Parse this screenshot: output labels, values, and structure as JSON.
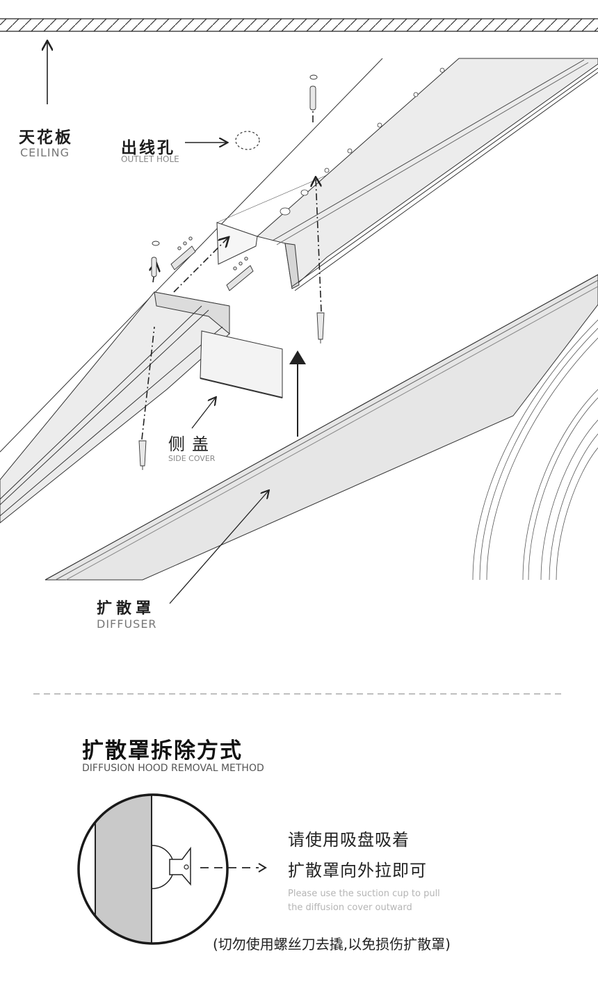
{
  "labels": {
    "ceiling": {
      "zh": "天花板",
      "en": "CEILING"
    },
    "outlet": {
      "zh": "出线孔",
      "en": "OUTLET HOLE"
    },
    "side_cover": {
      "zh": "侧盖",
      "en": "SIDE COVER"
    },
    "diffuser": {
      "zh": "扩散罩",
      "en": "DIFFUSER"
    }
  },
  "removal": {
    "title": "扩散罩拆除方式",
    "subtitle": "DIFFUSION HOOD REMOVAL METHOD",
    "instruction_line1": "请使用吸盘吸着",
    "instruction_line2": "扩散罩向外拉即可",
    "instruction_en_line1": "Please use the suction cup to pull",
    "instruction_en_line2": "the diffusion cover outward",
    "warning": "(切勿使用螺丝刀去撬,以免损伤扩散罩)"
  },
  "colors": {
    "line": "#222222",
    "profile_fill": "#ececec",
    "diffuser_fill": "#e6e6e6",
    "cutaway_fill": "#c9c9c9",
    "dash": "#999999"
  }
}
